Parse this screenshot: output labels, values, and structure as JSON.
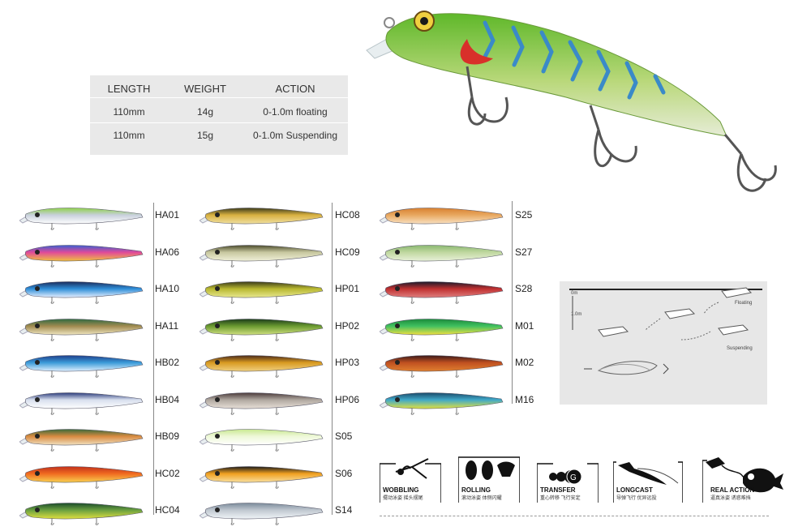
{
  "specs": {
    "headers": [
      "LENGTH",
      "WEIGHT",
      "ACTION"
    ],
    "rows": [
      {
        "length": "110mm",
        "weight": "14g",
        "action": "0-1.0m floating"
      },
      {
        "length": "110mm",
        "weight": "15g",
        "action": "0-1.0m Suspending"
      }
    ]
  },
  "colors": {
    "column1": [
      {
        "code": "HA01",
        "body": "#c8d0dc",
        "back": "#8fd14a",
        "belly": "#ffffff"
      },
      {
        "code": "HA06",
        "body": "#e04a9a",
        "back": "#3a5fd0",
        "belly": "#f0c040"
      },
      {
        "code": "HA10",
        "body": "#2f8ed8",
        "back": "#1a2a5a",
        "belly": "#e8f0ff"
      },
      {
        "code": "HA11",
        "body": "#a08a50",
        "back": "#2f6a40",
        "belly": "#f0e6c0"
      },
      {
        "code": "HB02",
        "body": "#3a9ad8",
        "back": "#1f3f8a",
        "belly": "#e0f0ff"
      },
      {
        "code": "HB04",
        "body": "#d8e0ee",
        "back": "#2a3a7a",
        "belly": "#ffffff"
      },
      {
        "code": "HB09",
        "body": "#d88a40",
        "back": "#3a6a3a",
        "belly": "#f0e0c0"
      },
      {
        "code": "HC02",
        "body": "#f06a20",
        "back": "#c0301a",
        "belly": "#f8d050"
      },
      {
        "code": "HC04",
        "body": "#6aa040",
        "back": "#1a4a2a",
        "belly": "#e0e040"
      }
    ],
    "column2": [
      {
        "code": "HC08",
        "body": "#d8b040",
        "back": "#3a3a1a",
        "belly": "#f0e0a0"
      },
      {
        "code": "HC09",
        "body": "#c8c8a0",
        "back": "#4a4a2a",
        "belly": "#f0f0d8"
      },
      {
        "code": "HP01",
        "body": "#b8b830",
        "back": "#3a3a1a",
        "belly": "#e8e890"
      },
      {
        "code": "HP02",
        "body": "#6a9a30",
        "back": "#1a3a1a",
        "belly": "#d0e080"
      },
      {
        "code": "HP03",
        "body": "#d89a20",
        "back": "#4a2a1a",
        "belly": "#f0d080"
      },
      {
        "code": "HP06",
        "body": "#b0a8a0",
        "back": "#4a3a3a",
        "belly": "#e8e0d8"
      },
      {
        "code": "S05",
        "body": "#eef8d8",
        "back": "#c8e890",
        "belly": "#ffffff"
      },
      {
        "code": "S06",
        "body": "#f0a020",
        "back": "#1a1a1a",
        "belly": "#f8e0a0"
      },
      {
        "code": "S14",
        "body": "#c0c8d0",
        "back": "#7a8a9a",
        "belly": "#f0f4f8"
      }
    ],
    "column3": [
      {
        "code": "S25",
        "body": "#e8a860",
        "back": "#d88030",
        "belly": "#f8e0c0"
      },
      {
        "code": "S27",
        "body": "#c0d8a0",
        "back": "#8ab870",
        "belly": "#e8f0d8"
      },
      {
        "code": "S28",
        "body": "#c03030",
        "back": "#1a1a2a",
        "belly": "#e08080"
      },
      {
        "code": "M01",
        "body": "#40c060",
        "back": "#1a8a3a",
        "belly": "#f0e040"
      },
      {
        "code": "M02",
        "body": "#c05020",
        "back": "#3a1a1a",
        "belly": "#e08030"
      },
      {
        "code": "M16",
        "body": "#40a8c8",
        "back": "#1a4a6a",
        "belly": "#e0e040"
      }
    ]
  },
  "diagram": {
    "depth_top": "0m",
    "depth_mid": "1.0m",
    "floating_label": "Floating",
    "suspending_label": "Suspending"
  },
  "features": [
    {
      "label": "WOBBLING",
      "sub": "擺动泳姿  摇头摆尾"
    },
    {
      "label": "ROLLING",
      "sub": "滚动泳姿  体侧闪耀"
    },
    {
      "label": "TRANSFER",
      "sub": "重心转移  飞行安定"
    },
    {
      "label": "LONGCAST",
      "sub": "导弹飞行  优异远投"
    },
    {
      "label": "REAL ACTION",
      "sub": "逼真泳姿  诱惑难挡"
    }
  ]
}
